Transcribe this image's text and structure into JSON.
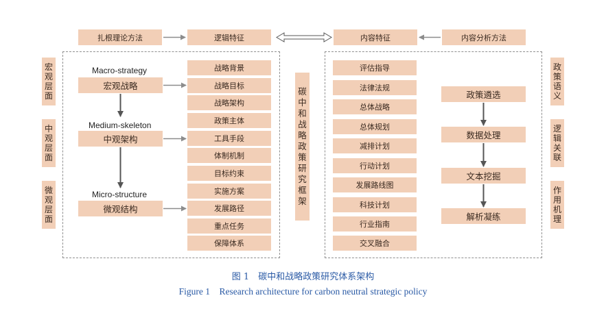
{
  "top_row": {
    "grounded_theory": "扎根理论方法",
    "logic_features": "逻辑特征",
    "content_features": "内容特征",
    "content_analysis": "内容分析方法"
  },
  "left_levels": [
    "宏观层面",
    "中观层面",
    "微观层面"
  ],
  "right_levels": [
    "政策语义",
    "逻辑关联",
    "作用机理"
  ],
  "left_panel": {
    "macro_en": "Macro-strategy",
    "macro_cn": "宏观战略",
    "medium_en": "Medium-skeleton",
    "medium_cn": "中观架构",
    "micro_en": "Micro-structure",
    "micro_cn": "微观结构",
    "items": [
      "战略背景",
      "战略目标",
      "战略架构",
      "政策主体",
      "工具手段",
      "体制机制",
      "目标约束",
      "实施方案",
      "发展路径",
      "重点任务",
      "保障体系"
    ]
  },
  "center_title": "碳中和战略政策研究框架",
  "right_panel": {
    "policy_list": [
      "评估指导",
      "法律法规",
      "总体战略",
      "总体规划",
      "减排计划",
      "行动计划",
      "发展路线图",
      "科技计划",
      "行业指南",
      "交叉融合"
    ],
    "process": [
      "政策遴选",
      "数据处理",
      "文本挖掘",
      "解析凝练"
    ]
  },
  "caption": {
    "cn": "图 1　碳中和战略政策研究体系架构",
    "en": "Figure 1　Research architecture for carbon neutral strategic policy"
  }
}
